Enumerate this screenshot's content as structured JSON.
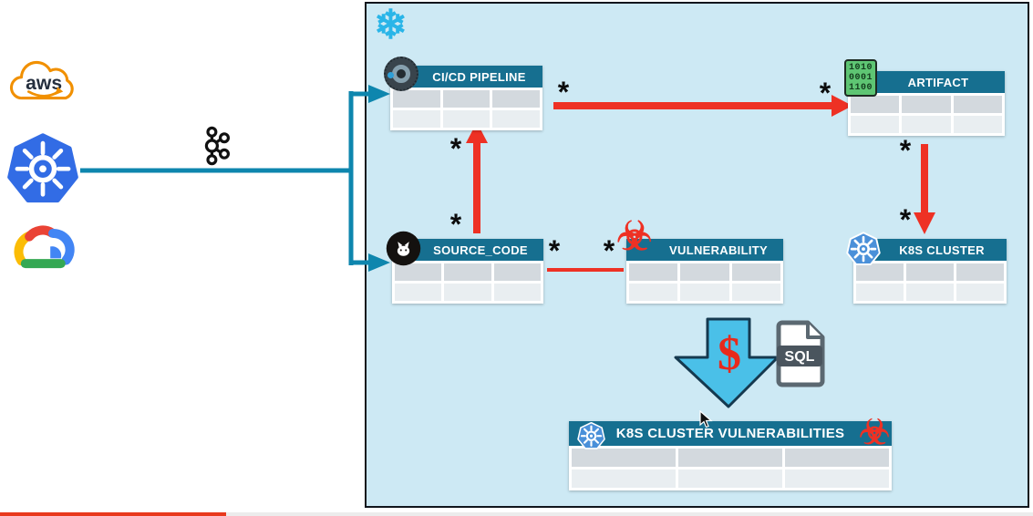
{
  "diagram": {
    "type": "architecture-er-diagram",
    "cardinality": "*",
    "snowflake_container": {
      "icon": "snowflake-icon"
    },
    "sources": {
      "aws_label": "aws",
      "platform_icons": [
        "aws-cloud-icon",
        "kubernetes-icon",
        "google-cloud-icon"
      ],
      "stream_icon": "kafka-icon"
    },
    "entities": {
      "cicd": {
        "label": "CI/CD PIPELINE",
        "icon": "pipeline-icon"
      },
      "artifact": {
        "label": "ARTIFACT",
        "icon": "binary-artifact-icon",
        "icon_lines": [
          "1010",
          "0001",
          "1100"
        ]
      },
      "source_code": {
        "label": "SOURCE_CODE",
        "icon": "github-icon"
      },
      "vulnerability": {
        "label": "VULNERABILITY",
        "icon": "biohazard-icon"
      },
      "k8s_cluster": {
        "label": "K8S CLUSTER",
        "icon": "kubernetes-icon"
      },
      "k8s_cluster_vulnerabilities": {
        "label": "K8S CLUSTER VULNERABILITIES",
        "icons": [
          "kubernetes-icon",
          "biohazard-icon"
        ]
      }
    },
    "relationships": [
      {
        "from": "CI/CD PIPELINE",
        "to": "ARTIFACT",
        "from_cardinality": "*",
        "to_cardinality": "*",
        "style": "red-arrow"
      },
      {
        "from": "SOURCE_CODE",
        "to": "CI/CD PIPELINE",
        "from_cardinality": "*",
        "to_cardinality": "*",
        "style": "red-arrow"
      },
      {
        "from": "ARTIFACT",
        "to": "K8S CLUSTER",
        "from_cardinality": "*",
        "to_cardinality": "*",
        "style": "red-arrow"
      },
      {
        "from": "SOURCE_CODE",
        "to": "VULNERABILITY",
        "from_cardinality": "*",
        "to_cardinality": "*",
        "style": "red-line"
      }
    ],
    "transform": {
      "dollar": "$",
      "sql_badge": "SQL"
    },
    "colors": {
      "box_bg": "#cde9f4",
      "box_border": "#10151c",
      "header_teal": "#166f90",
      "row_dark": "#d3d9de",
      "row_light": "#e9eef1",
      "arrow_red": "#ee3124",
      "connector_teal": "#0e86ae",
      "snowflake_blue": "#29b5e8",
      "kubernetes_blue": "#326ce5",
      "aws_orange": "#f19000",
      "progress_red": "#e8391d",
      "big_arrow_blue": "#4ac0e8",
      "dollar_red": "#e8291c"
    }
  }
}
